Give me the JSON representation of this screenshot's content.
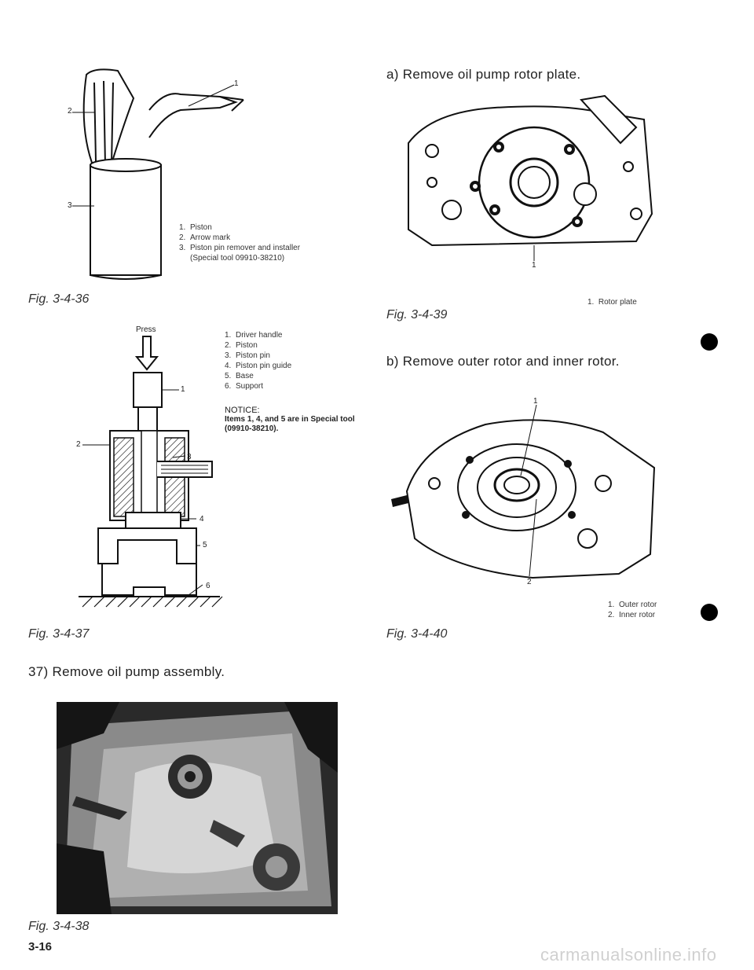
{
  "fig36": {
    "caption": "Fig. 3-4-36",
    "callouts": [
      "1",
      "2",
      "3"
    ],
    "legend": [
      {
        "num": "1.",
        "text": "Piston"
      },
      {
        "num": "2.",
        "text": "Arrow mark"
      },
      {
        "num": "3.",
        "text": "Piston pin remover and installer"
      },
      {
        "num": "",
        "text": "(Special tool 09910-38210)"
      }
    ]
  },
  "fig37": {
    "caption": "Fig. 3-4-37",
    "press_label": "Press",
    "callouts": [
      "1",
      "2",
      "3",
      "4",
      "5",
      "6"
    ],
    "legend": [
      {
        "num": "1.",
        "text": "Driver handle"
      },
      {
        "num": "2.",
        "text": "Piston"
      },
      {
        "num": "3.",
        "text": "Piston pin"
      },
      {
        "num": "4.",
        "text": "Piston pin guide"
      },
      {
        "num": "5.",
        "text": "Base"
      },
      {
        "num": "6.",
        "text": "Support"
      }
    ],
    "notice_title": "NOTICE:",
    "notice_line1": "Items 1, 4, and 5 are in Special tool",
    "notice_line2": "(09910-38210)."
  },
  "step37": "37) Remove oil pump assembly.",
  "fig38": {
    "caption": "Fig. 3-4-38"
  },
  "step_a": "a) Remove oil pump rotor plate.",
  "fig39": {
    "caption": "Fig. 3-4-39",
    "callout": "1",
    "legend": "1.  Rotor plate"
  },
  "step_b": "b) Remove outer rotor and inner rotor.",
  "fig40": {
    "caption": "Fig. 3-4-40",
    "callouts": [
      "1",
      "2"
    ],
    "legend": [
      {
        "num": "1.",
        "text": "Outer rotor"
      },
      {
        "num": "2.",
        "text": "Inner rotor"
      }
    ]
  },
  "page_number": "3-16",
  "watermark": "carmanualsonline.info"
}
